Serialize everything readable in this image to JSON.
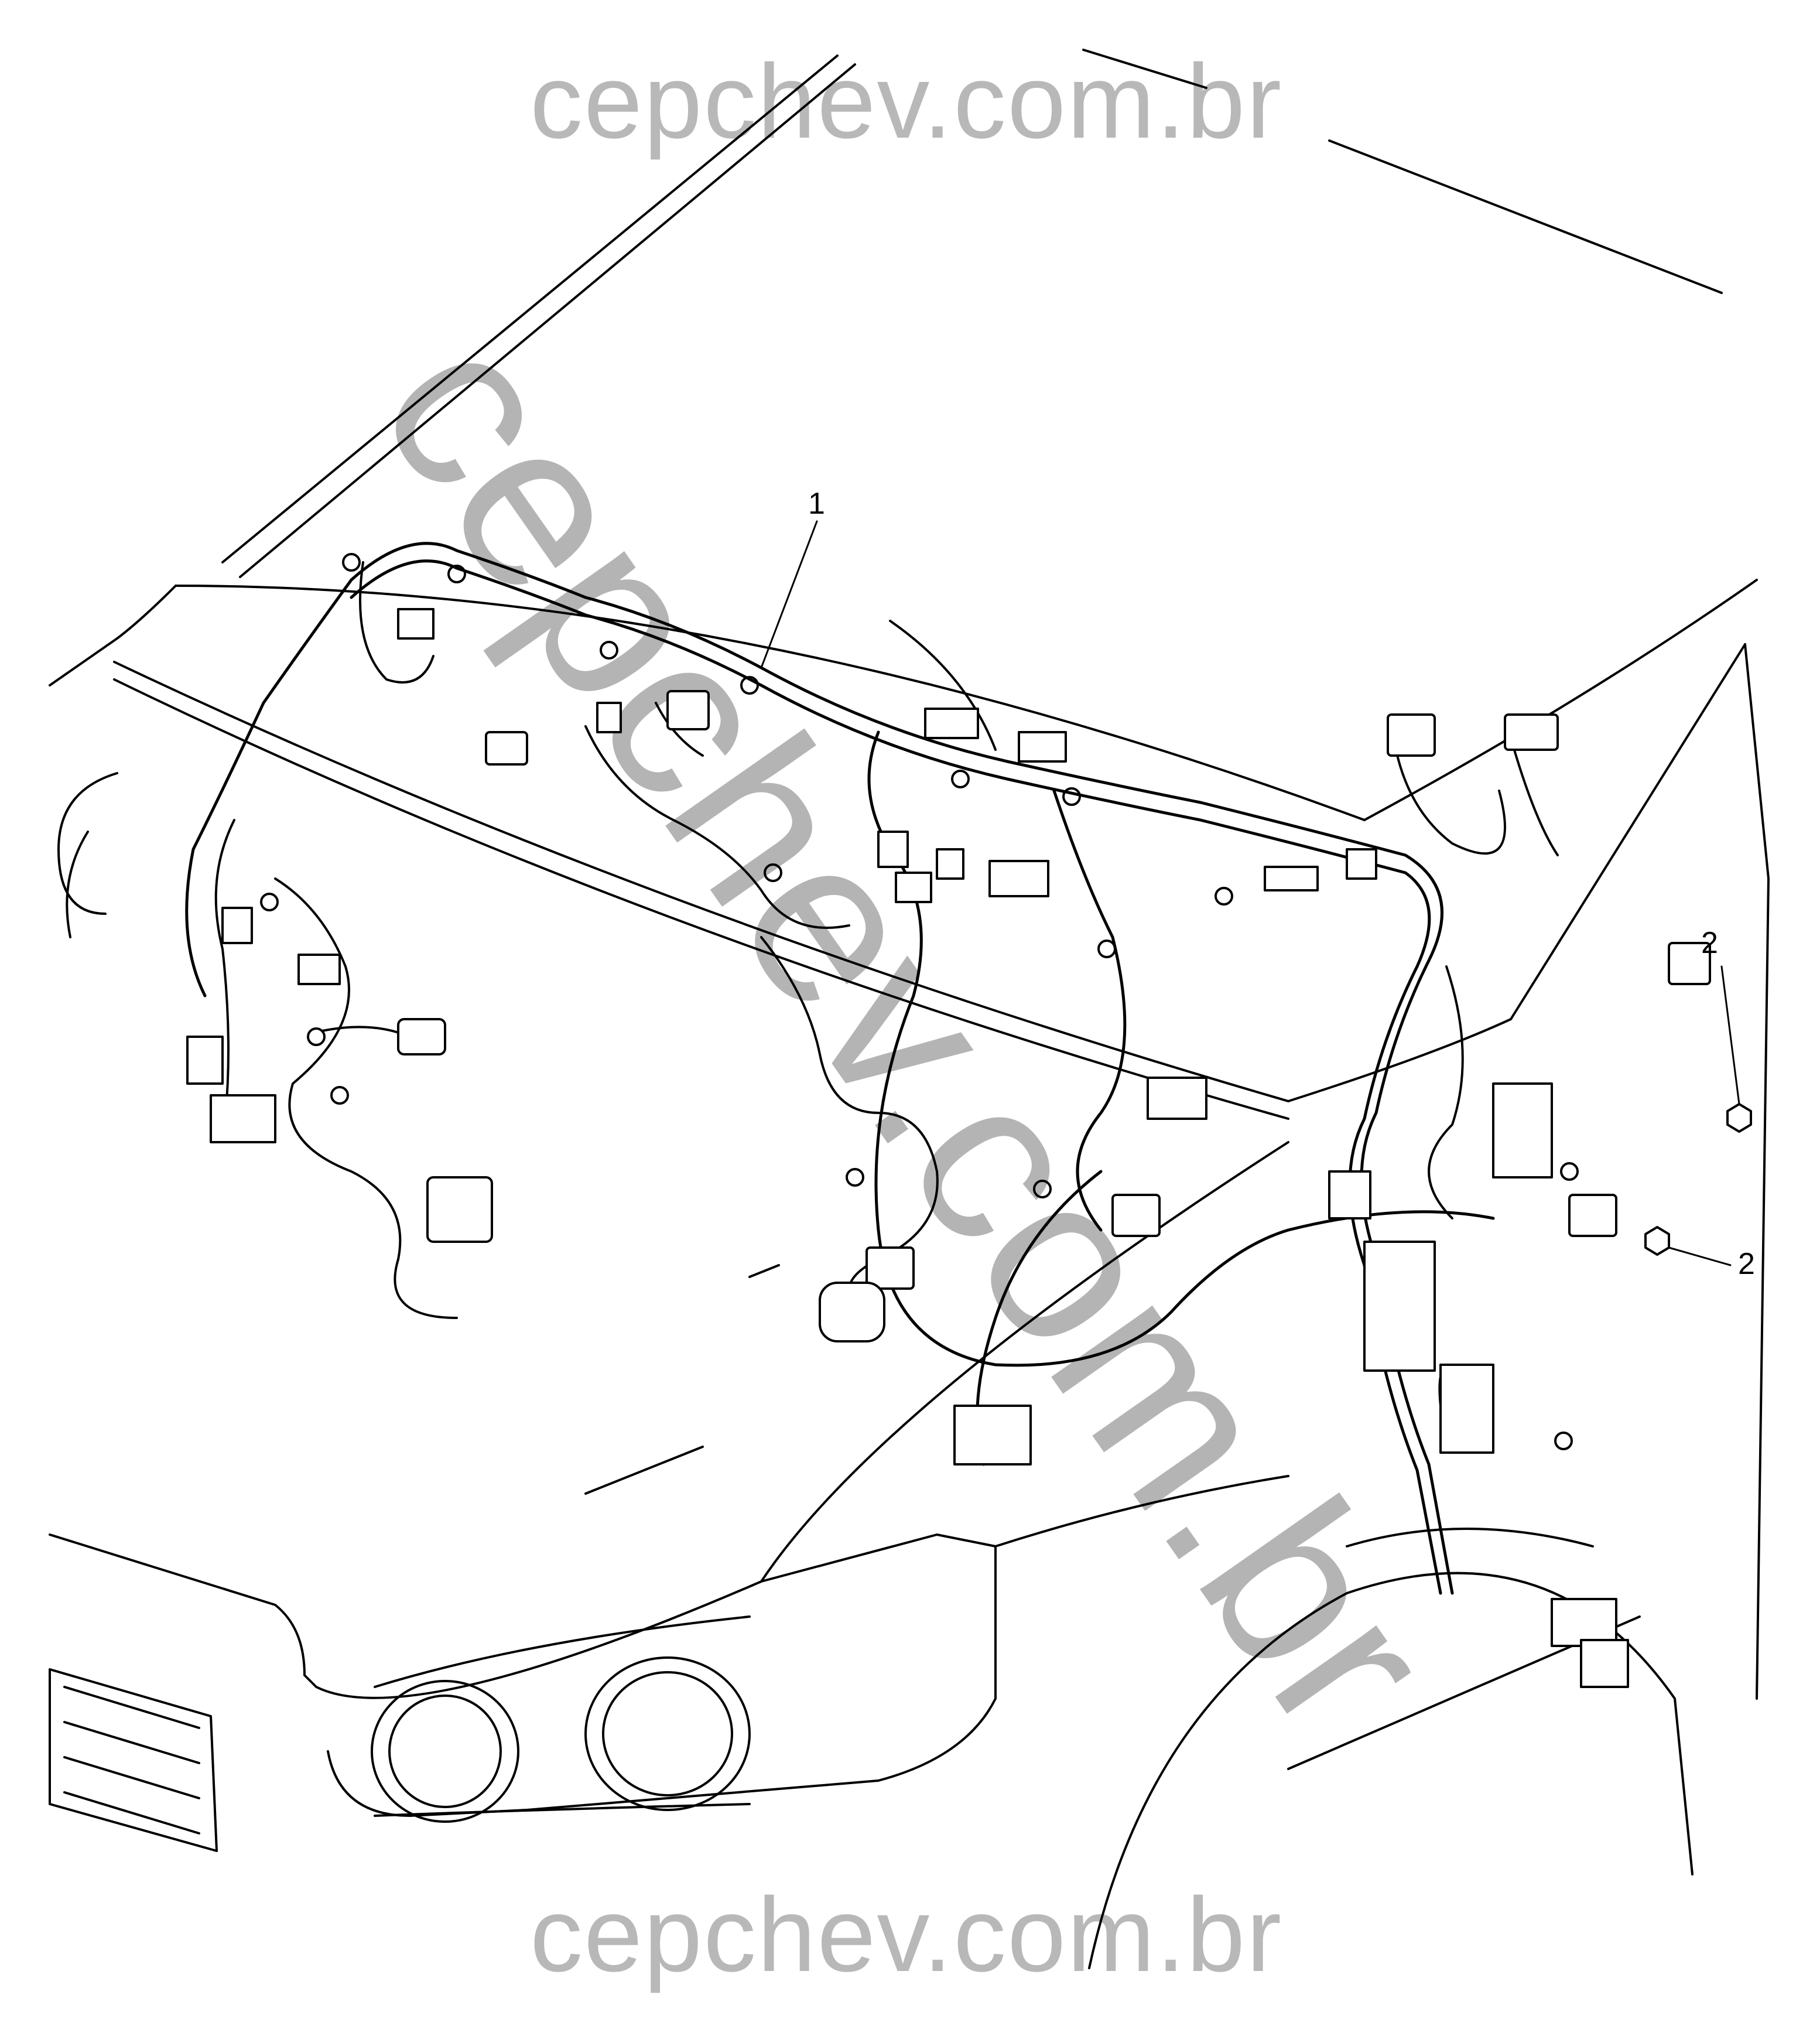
{
  "watermark": {
    "top": "cepchev.com.br",
    "diagonal": "cepchev.com.br",
    "bottom": "cepchev.com.br"
  },
  "callouts": [
    {
      "id": "harness",
      "label": "1"
    },
    {
      "id": "nut-upper",
      "label": "2"
    },
    {
      "id": "nut-lower",
      "label": "2"
    }
  ],
  "colors": {
    "line": "#000000",
    "watermark": "#b8b8b8",
    "background": "#ffffff"
  }
}
